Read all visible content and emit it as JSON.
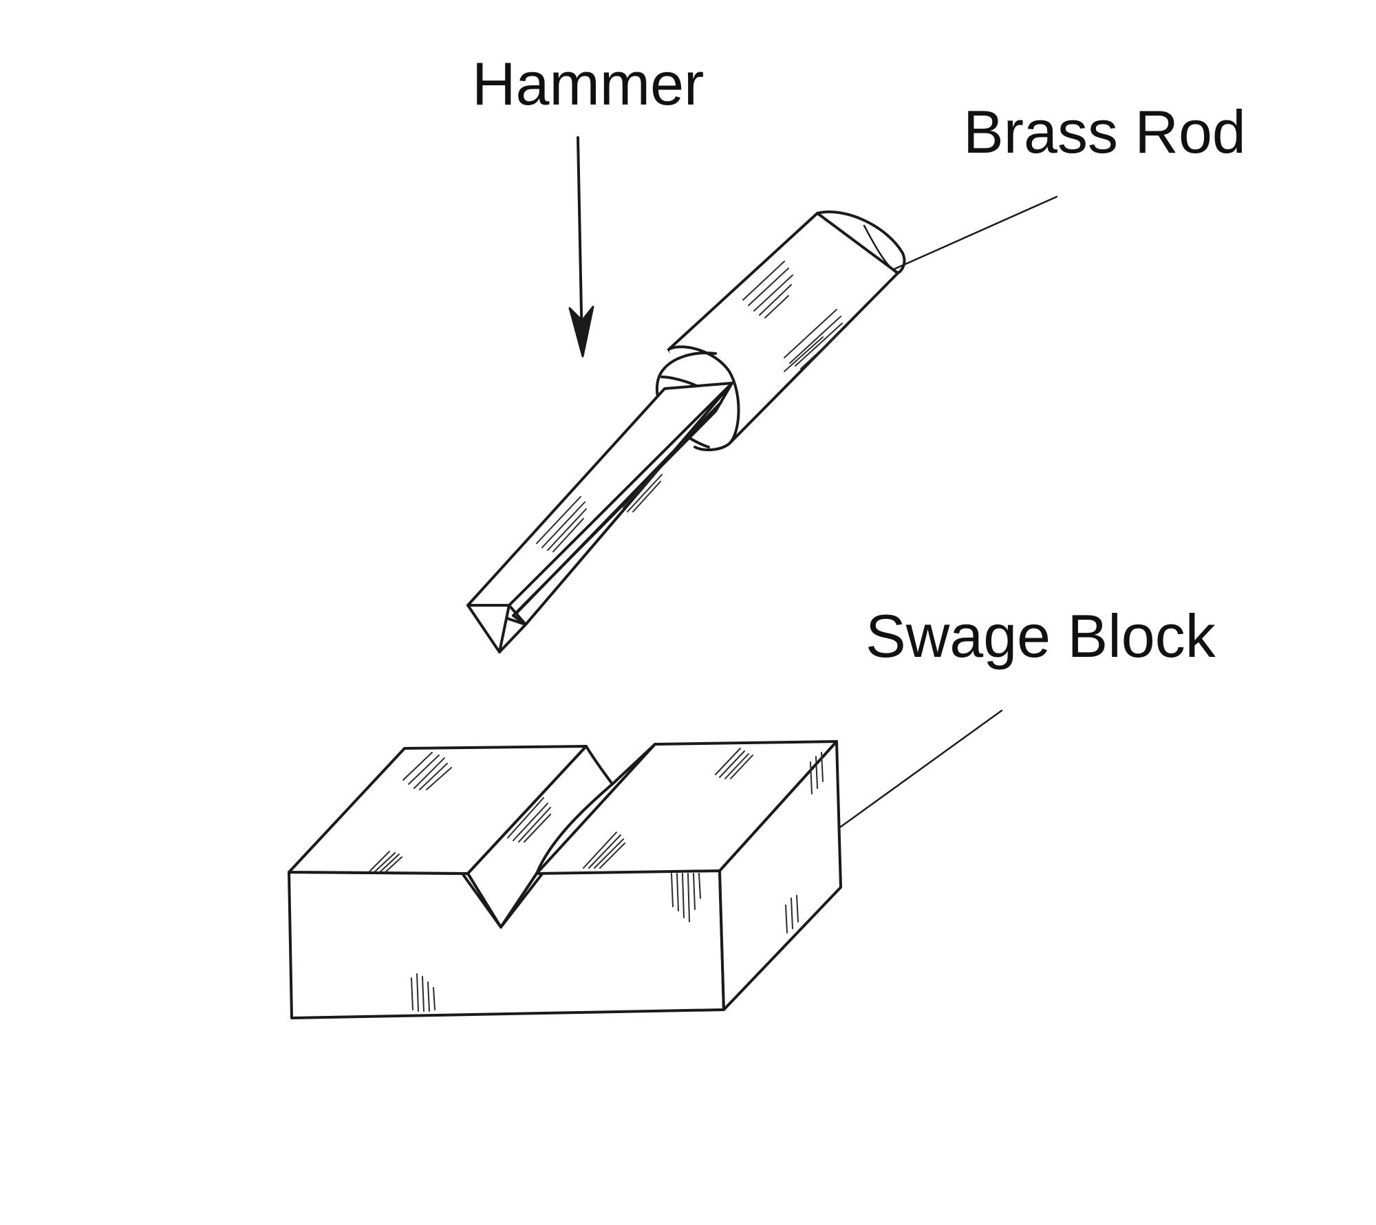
{
  "labels": {
    "hammer": "Hammer",
    "brass_rod": "Brass Rod",
    "swage_block": "Swage Block"
  },
  "colors": {
    "background": "#ffffff",
    "ink": "#1a1a1a"
  }
}
